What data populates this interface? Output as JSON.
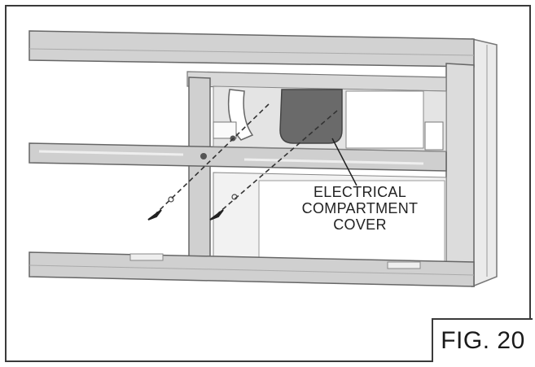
{
  "callout": {
    "lines": [
      "ELECTRICAL",
      "COMPARTMENT",
      "COVER"
    ]
  },
  "figure": {
    "label": "FIG. 20"
  }
}
